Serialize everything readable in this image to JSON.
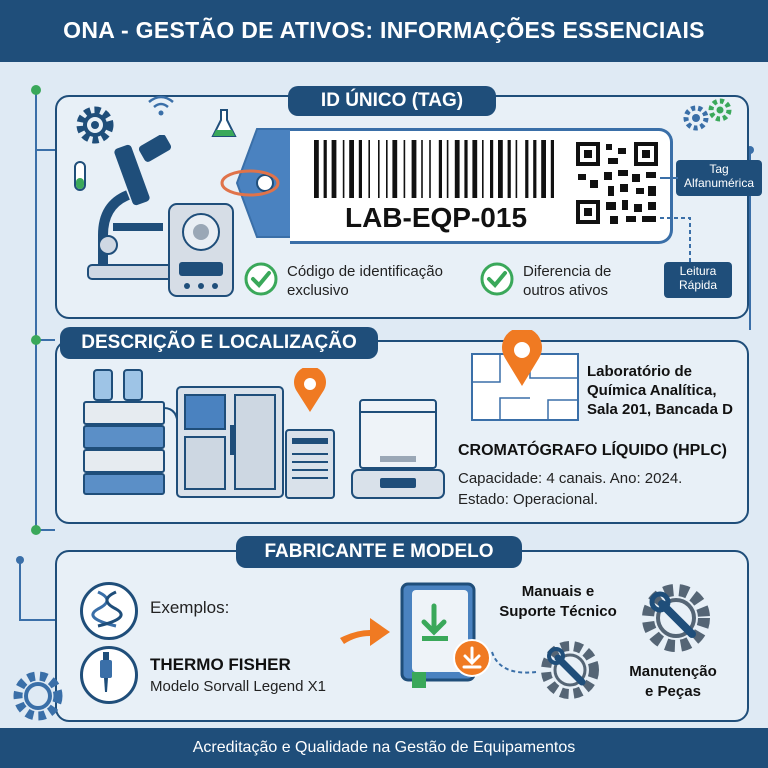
{
  "header": {
    "title": "ONA - GESTÃO DE ATIVOS: INFORMAÇÕES ESSENCIAIS"
  },
  "section_id": {
    "title": "ID ÚNICO (TAG)",
    "tag_code": "LAB-EQP-015",
    "check1": [
      "Código de identificação",
      "exclusivo"
    ],
    "check2": [
      "Diferencia de",
      "outros ativos"
    ],
    "side_label1": [
      "Tag",
      "Alfanumérica"
    ],
    "side_label2": [
      "Leitura",
      "Rápida"
    ]
  },
  "section_desc": {
    "title": "DESCRIÇÃO E LOCALIZAÇÃO",
    "location": [
      "Laboratório de",
      "Química Analítica,",
      "Sala 201, Bancada D"
    ],
    "equipment_name": "CROMATÓGRAFO LÍQUIDO (HPLC)",
    "details": [
      "Capacidade: 4 canais. Ano: 2024.",
      "Estado: Operacional."
    ]
  },
  "section_maker": {
    "title": "FABRICANTE E MODELO",
    "examples_label": "Exemplos:",
    "maker": "THERMO FISHER",
    "model": "Modelo Sorvall Legend X1",
    "manuals": [
      "Manuais e",
      "Suporte Técnico"
    ],
    "maintenance": [
      "Manutenção",
      "e Peças"
    ]
  },
  "footer": {
    "text": "Acreditação e Qualidade na Gestão de Equipamentos"
  },
  "colors": {
    "primary": "#1f4e7a",
    "accent": "#f07a22",
    "check": "#3aa85a",
    "panel_bg": "#e8f0f7",
    "background": "#dfeaf4"
  }
}
